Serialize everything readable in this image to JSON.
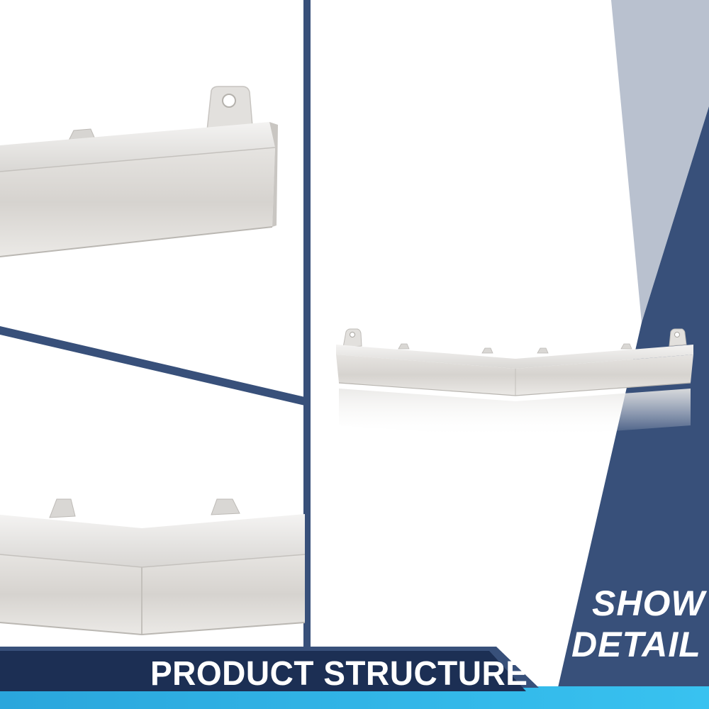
{
  "banner": {
    "title": "PRODUCT STRUCTURE"
  },
  "callout": {
    "line1": "SHOW",
    "line2": "DETAIL"
  },
  "colors": {
    "navy": "#38507a",
    "slate": "#b9c1cf",
    "cyan": "#2fb7ea",
    "banner": "#1c2f54",
    "chrome": "#dcdad7"
  }
}
